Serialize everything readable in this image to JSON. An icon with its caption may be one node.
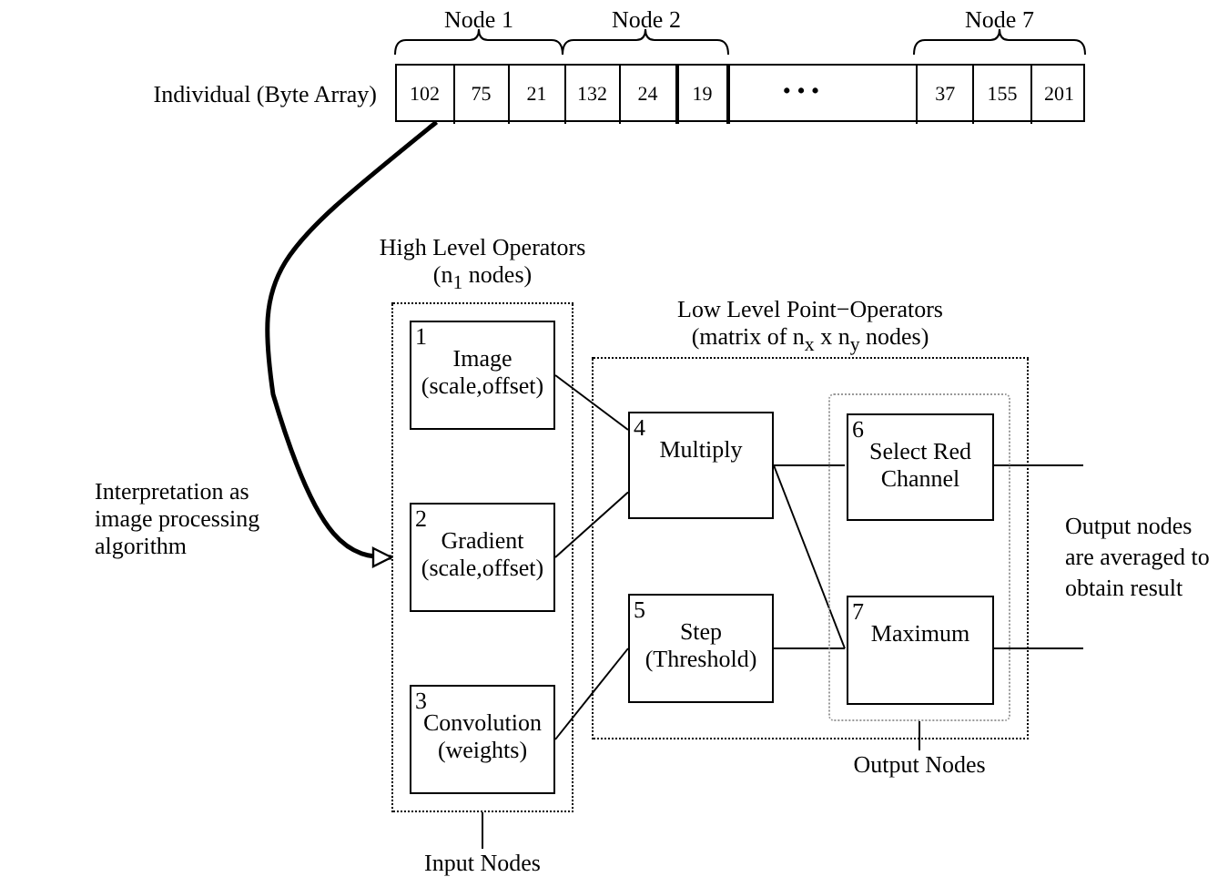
{
  "diagram": {
    "nodes": [
      {
        "text": [],
        "shape": "box",
        "beside": [
          "Individual (Byte Array)"
        ]
      },
      {
        "text": [
          "102"
        ],
        "in": 0
      },
      {
        "text": [
          "75"
        ],
        "in": 0
      },
      {
        "text": [
          "21"
        ],
        "in": 0
      },
      {
        "text": [
          "132"
        ],
        "in": 0
      },
      {
        "text": [
          "24"
        ],
        "in": 0
      },
      {
        "text": [
          "19"
        ],
        "in": 0
      },
      {
        "text": [
          "37"
        ],
        "in": 0
      },
      {
        "text": [
          "155"
        ],
        "in": 0
      },
      {
        "text": [
          "201"
        ],
        "in": 0
      },
      {
        "text": [
          "High Level Operators (n$_{1}$ nodes)"
        ]
      },
      {
        "text": [
          "1",
          "Image (scale,offset)"
        ],
        "in": 10
      },
      {
        "text": [
          "2",
          "Gradient (scale,offset)"
        ],
        "in": 10
      },
      {
        "text": [
          "3",
          "Convolution (weights)"
        ],
        "in": 10
      },
      {
        "text": [
          "Low Level Point−Operators (matrix of n$_{x}$ x n$_{y}$ nodes)"
        ]
      },
      {
        "text": [
          "4",
          "Multiply"
        ],
        "in": 14
      },
      {
        "text": [
          "5",
          "Step (Threshold)"
        ],
        "in": 14
      },
      {
        "text": [],
        "shape": "box",
        "in": 14
      },
      {
        "text": [
          "6",
          "Select Red Channel"
        ],
        "in": 17
      },
      {
        "text": [
          "7",
          "Maximum"
        ],
        "in": 17
      },
      {
        "text": [
          "Input Nodes"
        ]
      },
      {
        "text": [
          "Output Nodes"
        ]
      }
    ],
    "edges": [
      {
        "from": 0,
        "to": 10,
        "arrow": "to",
        "label": "Interpretation as image processing algorithm",
        "style": "thick"
      },
      {
        "from": 11,
        "to": 15,
        "arrow": "none"
      },
      {
        "from": 12,
        "to": 15,
        "arrow": "none"
      },
      {
        "from": 13,
        "to": 16,
        "arrow": "none"
      },
      {
        "from": 15,
        "to": 18,
        "arrow": "none"
      },
      {
        "from": 15,
        "to": 19,
        "arrow": "none"
      },
      {
        "from": 16,
        "to": 19,
        "arrow": "none"
      },
      {
        "from": 18,
        "to": null,
        "arrow": "none"
      },
      {
        "from": 19,
        "to": null,
        "arrow": "none"
      },
      {
        "from": 20,
        "to": 10,
        "arrow": "none"
      },
      {
        "from": 21,
        "to": 17,
        "arrow": "none"
      }
    ],
    "labels": [
      "Node 1",
      "Node 2",
      "Node 7",
      "• • •",
      "Output nodes are averaged to obtain result"
    ]
  }
}
